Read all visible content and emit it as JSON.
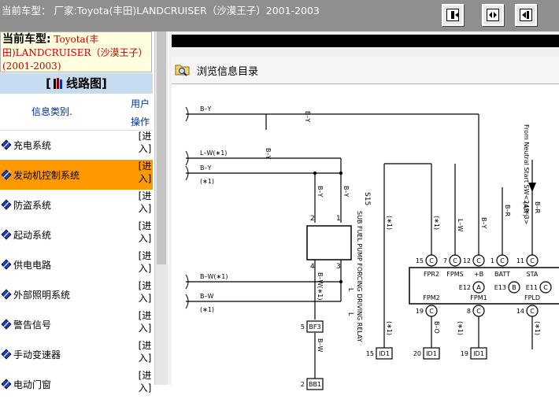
{
  "header": {
    "title": "当前车型： 厂家:Toyota(丰田)LANDCRUISER（沙漠王子）2001-2003",
    "buttons": [
      {
        "name": "fit-width-button",
        "icon": "fit-width-icon"
      },
      {
        "name": "fit-both-button",
        "icon": "fit-both-icon"
      },
      {
        "name": "fit-height-button",
        "icon": "fit-height-icon"
      }
    ]
  },
  "sidebar": {
    "vehicle_label": "当前车型:",
    "vehicle_value": " Toyota(丰田)LANDCRUISER（沙漠王子）(2001-2003)",
    "section_title": "线路图",
    "section_bracket_open": "[",
    "section_bracket_close": "]",
    "col_category": "信息类别.",
    "col_action": "用户操作",
    "enter_label": "[进入]",
    "items": [
      {
        "label": "充电系统",
        "active": false
      },
      {
        "label": "发动机控制系统",
        "active": true
      },
      {
        "label": "防盗系统",
        "active": false
      },
      {
        "label": "起动系统",
        "active": false
      },
      {
        "label": "供电电路",
        "active": false
      },
      {
        "label": "外部照明系统",
        "active": false
      },
      {
        "label": "警告信号",
        "active": false
      },
      {
        "label": "手动变速器",
        "active": false
      },
      {
        "label": "电动门窗",
        "active": false
      }
    ]
  },
  "main": {
    "browse_label": "浏览信息目录"
  },
  "diagram": {
    "wires_left": [
      "B–Y",
      "B–Y",
      "L–W(∗1)",
      "B–Y",
      "(∗1)",
      "B–W(∗1)",
      "B–W",
      "(∗1)"
    ],
    "vertical_labels": [
      "B–Y",
      "B–Y",
      "B–Y",
      "L",
      "B–W(∗1)",
      "L",
      "B–W",
      "B–O",
      "(∗1)",
      "(∗1)",
      "L–W",
      "B–Y",
      "B–R",
      "(A/T)",
      "B–R",
      "(∗1)",
      "(∗1)",
      "(∗1)"
    ],
    "relay_label": "S15",
    "relay_desc": "SUB FUEL PUMP FORCING DRIVING RELAY",
    "relay_pins": [
      "2",
      "1",
      "4",
      "3"
    ],
    "neutral_label": "From Neutral Start SW<249–3>",
    "ecu_pins_top": [
      {
        "num": "15",
        "conn": "C",
        "name": "FPR2"
      },
      {
        "num": "7",
        "conn": "C",
        "name": "FPMS"
      },
      {
        "num": "12",
        "conn": "C",
        "name": "+B"
      },
      {
        "num": "1",
        "conn": "C",
        "name": "BATT"
      },
      {
        "num": "11",
        "conn": "C",
        "name": "STA"
      }
    ],
    "ecu_mid": [
      {
        "code": "E12",
        "conn": "A"
      },
      {
        "code": "E13",
        "conn": "B"
      },
      {
        "code": "E11",
        "conn": "C"
      }
    ],
    "ecu_pins_bottom": [
      {
        "num": "19",
        "conn": "C",
        "name": "FPM2"
      },
      {
        "num": "8",
        "conn": "C",
        "name": "FPM1"
      },
      {
        "num": "14",
        "conn": "C",
        "name": "FPLD"
      }
    ],
    "connectors": [
      {
        "num": "5",
        "id": "BF3"
      },
      {
        "num": "15",
        "id": "ID1"
      },
      {
        "num": "20",
        "id": "ID1"
      },
      {
        "num": "19",
        "id": "ID1"
      },
      {
        "num": "2",
        "id": "BB1"
      }
    ]
  }
}
